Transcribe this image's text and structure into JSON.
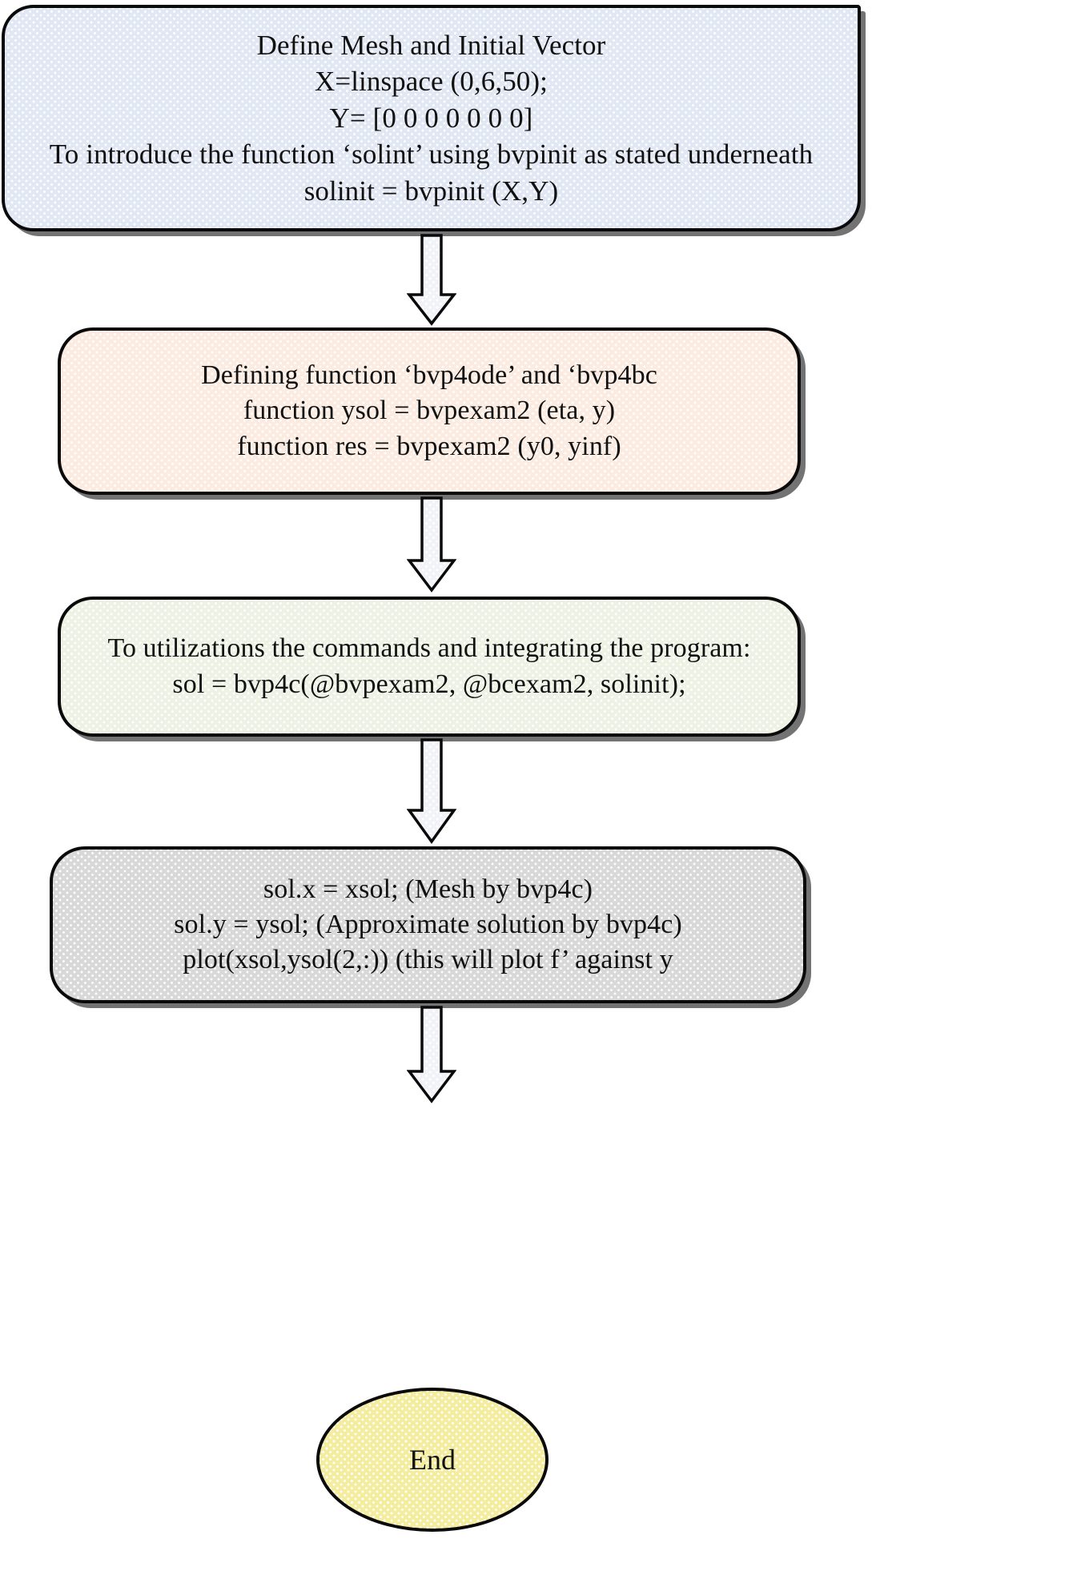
{
  "diagram": {
    "title": "MATLAB bvp4c solution procedure flowchart",
    "type": "flowchart",
    "orientation": "top-to-bottom"
  },
  "nodes": [
    {
      "id": "define",
      "shape": "rounded-rectangle",
      "fill": "#e2e7f4",
      "border": "#0a0a0a",
      "lines": [
        "Define Mesh and Initial Vector",
        "X=linspace (0,6,50);",
        "Y= [0 0 0 0 0 0 0]",
        "To introduce the function ‘solint’ using bvpinit as stated underneath",
        "solinit  = bvpinit (X,Y)"
      ]
    },
    {
      "id": "functions",
      "shape": "rounded-rectangle",
      "fill": "#fbebe0",
      "border": "#0a0a0a",
      "lines": [
        "Defining function  ‘bvp4ode’ and ‘bvp4bc",
        "function ysol = bvpexam2 (eta, y)",
        "function res = bvpexam2 (y0, yinf)"
      ]
    },
    {
      "id": "commands",
      "shape": "rounded-rectangle",
      "fill": "#edf2e4",
      "border": "#0a0a0a",
      "lines": [
        "To utilizations the commands and integrating the program:",
        "sol = bvp4c(@bvpexam2, @bcexam2, solinit);"
      ]
    },
    {
      "id": "output",
      "shape": "rounded-rectangle",
      "fill": "#d8d8d8",
      "border": "#0a0a0a",
      "lines": [
        "sol.x = xsol; (Mesh by bvp4c)",
        "sol.y = ysol; (Approximate solution by bvp4c)",
        "plot(xsol,ysol(2,:)) (this will plot f’ against y"
      ]
    },
    {
      "id": "end",
      "shape": "ellipse",
      "fill": "#f4eda0",
      "border": "#0a0a0a",
      "label": "End"
    }
  ],
  "connectors": [
    {
      "id": "arrow-1",
      "from": "define",
      "to": "functions",
      "style": "block-arrow-down",
      "fill": "#f2f3f8"
    },
    {
      "id": "arrow-2",
      "from": "functions",
      "to": "commands",
      "style": "block-arrow-down",
      "fill": "#f2f3f8"
    },
    {
      "id": "arrow-3",
      "from": "commands",
      "to": "output",
      "style": "block-arrow-down",
      "fill": "#f2f3f8"
    },
    {
      "id": "arrow-4",
      "from": "output",
      "to": "end",
      "style": "block-arrow-down",
      "fill": "#f2f3f8"
    }
  ]
}
